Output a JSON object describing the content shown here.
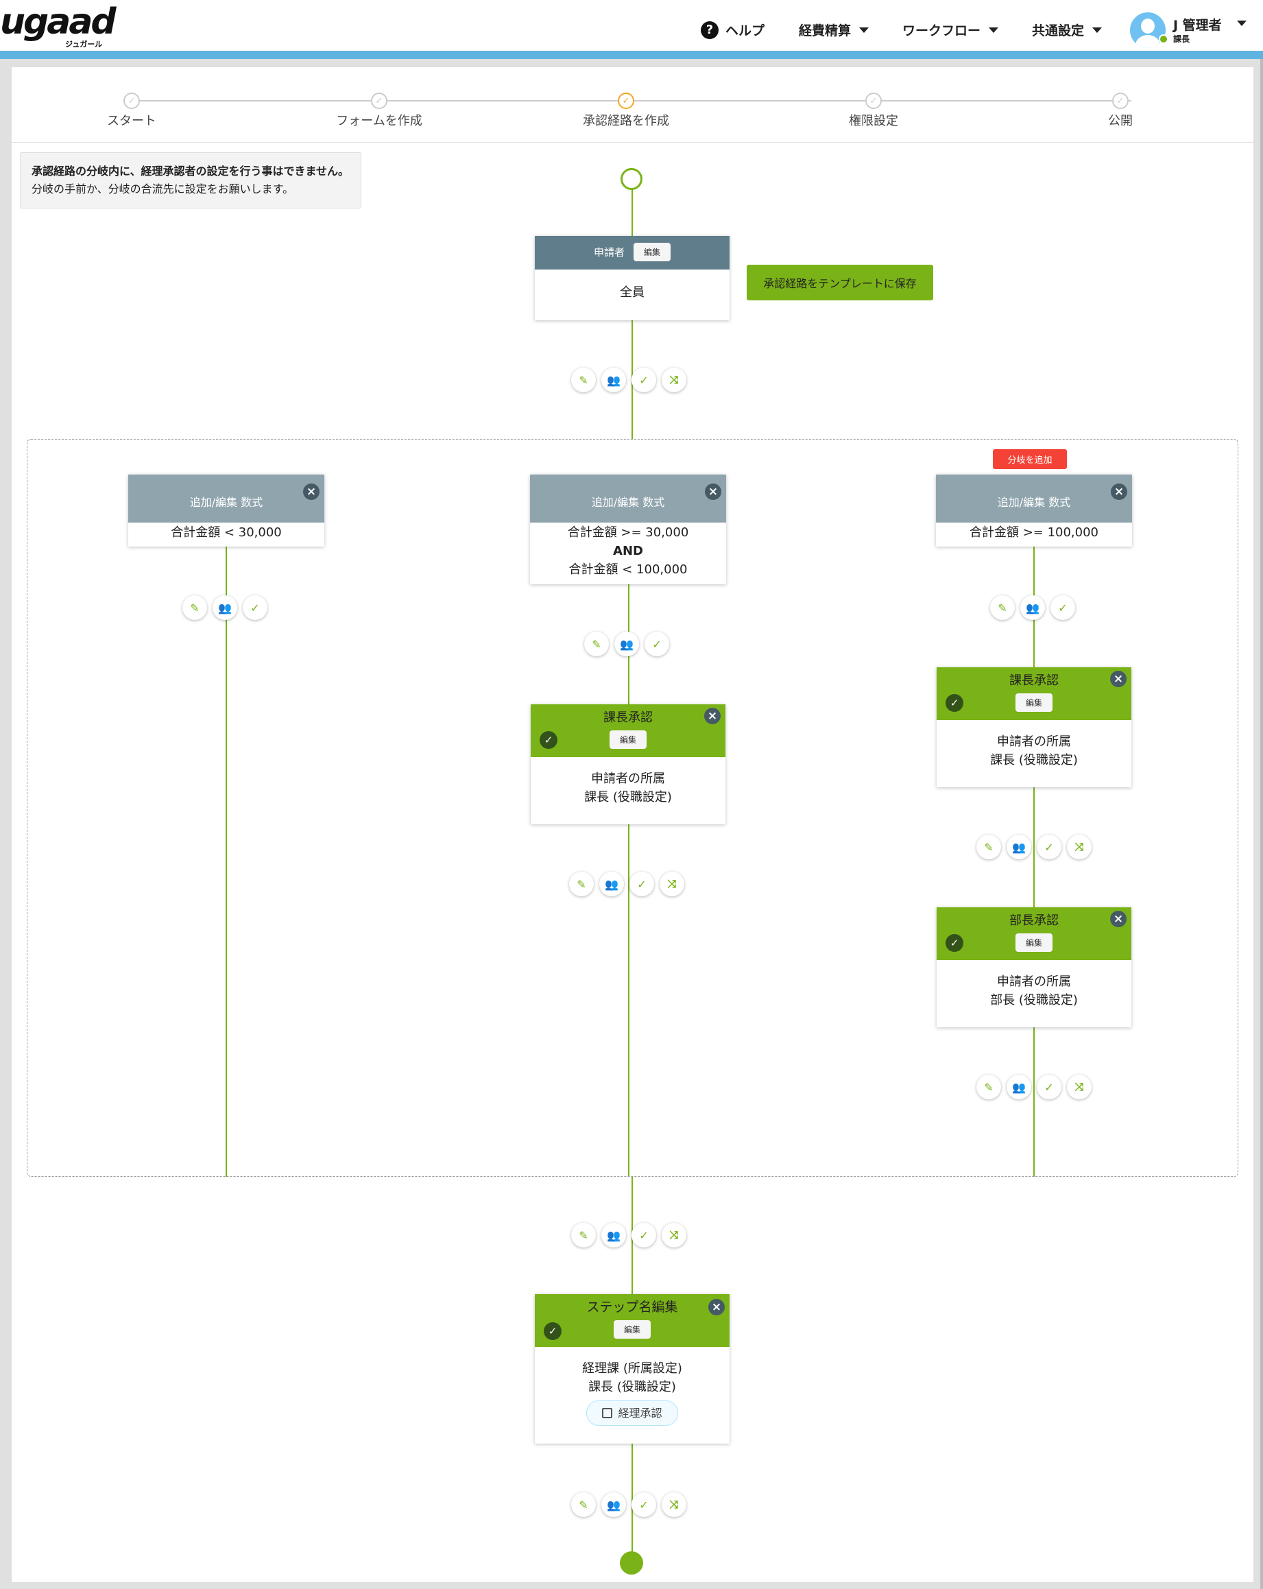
{
  "header": {
    "logo": "ugaad",
    "logo_sub": "ジュガール",
    "help": "ヘルプ",
    "menus": [
      "経費精算",
      "ワークフロー",
      "共通設定"
    ],
    "user_name": "J 管理者",
    "user_role": "課長"
  },
  "steps": [
    {
      "label": "スタート",
      "state": "done"
    },
    {
      "label": "フォームを作成",
      "state": "done"
    },
    {
      "label": "承認経路を作成",
      "state": "active"
    },
    {
      "label": "権限設定",
      "state": "todo"
    },
    {
      "label": "公開",
      "state": "todo"
    }
  ],
  "notice": {
    "bold": "承認経路の分岐内に、経理承認者の設定を行う事はできません。",
    "text": "分岐の手前か、分岐の合流先に設定をお願いします。"
  },
  "applicant": {
    "title": "申請者",
    "edit": "編集",
    "body": "全員"
  },
  "save_template": "承認経路をテンプレートに保存",
  "add_branch": "分岐を追加",
  "branches": [
    {
      "title": "追加/編集 数式",
      "condition": [
        "合計金額 < 30,000"
      ]
    },
    {
      "title": "追加/編集 数式",
      "condition": [
        "合計金額 >= 30,000",
        "AND",
        "合計金額 < 100,000"
      ]
    },
    {
      "title": "追加/編集 数式",
      "condition": [
        "合計金額 >= 100,000"
      ]
    }
  ],
  "approvals": {
    "mid_kacho": {
      "title": "課長承認",
      "edit": "編集",
      "line1": "申請者の所属",
      "line2": "課長 (役職設定)"
    },
    "right_kacho": {
      "title": "課長承認",
      "edit": "編集",
      "line1": "申請者の所属",
      "line2": "課長 (役職設定)"
    },
    "right_bucho": {
      "title": "部長承認",
      "edit": "編集",
      "line1": "申請者の所属",
      "line2": "部長 (役職設定)"
    },
    "final": {
      "title": "ステップ名編集",
      "edit": "編集",
      "line1": "経理課 (所属設定)",
      "line2": "課長 (役職設定)",
      "tag": "経理承認"
    }
  },
  "colors": {
    "accent": "#7ab317",
    "header_bar": "#5fb3e0",
    "danger": "#f44336"
  },
  "icons": {
    "edit": "pencil-icon",
    "add_user": "add-user-icon",
    "approve": "check-icon",
    "branch": "shuffle-icon"
  }
}
